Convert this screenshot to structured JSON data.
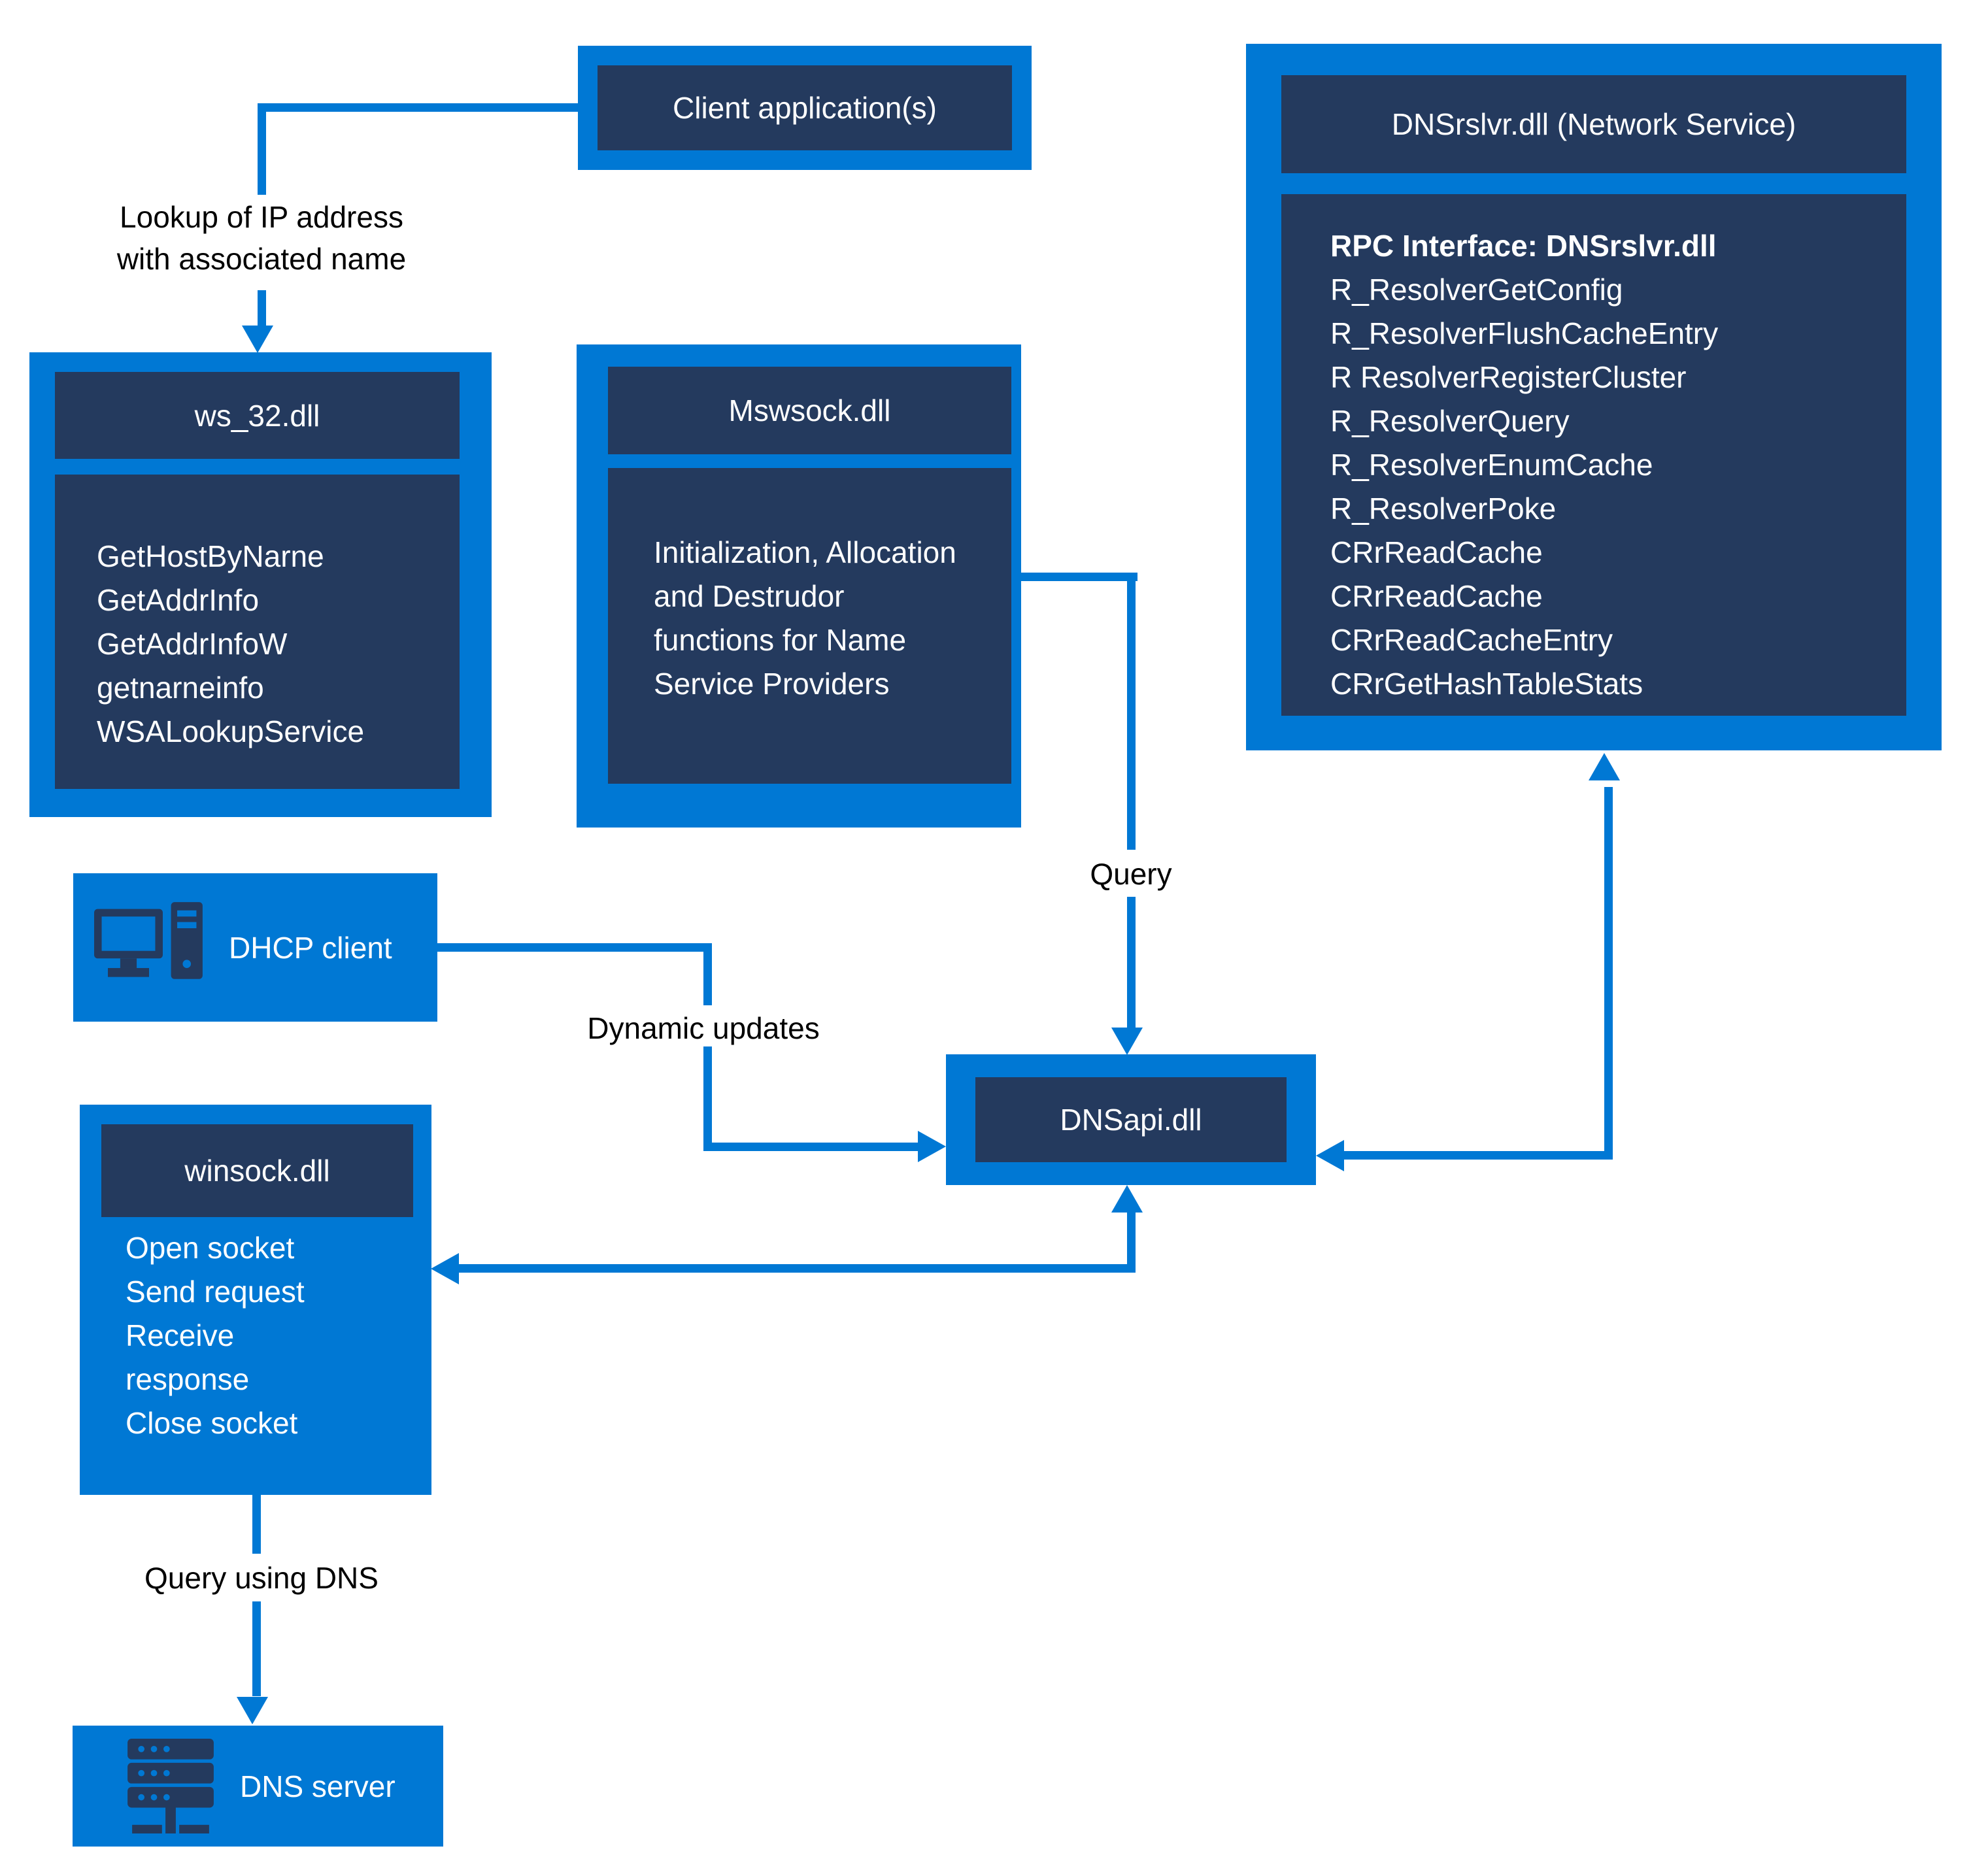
{
  "colors": {
    "accent": "#0078d4",
    "panel": "#243a5e",
    "box_text": "#ffffff",
    "label_text": "#000000",
    "background": "#ffffff"
  },
  "icons": {
    "dhcp": "desktop-computer-icon",
    "dns_server": "server-rack-icon"
  },
  "client_app": {
    "title": "Client application(s)"
  },
  "ws32": {
    "title": "ws_32.dll",
    "functions": [
      "GetHostByNarne",
      "GetAddrInfo",
      "GetAddrInfoW",
      "getnarneinfo",
      "WSALookupService"
    ]
  },
  "mswsock": {
    "title": "Mswsock.dll",
    "description": "Initialization, Allocation and Destrudor functions for Name Service Providers"
  },
  "dnsrslvr": {
    "title": "DNSrslvr.dll (Network Service)",
    "interface_heading": "RPC Interface: DNSrslvr.dll",
    "functions": [
      "R_ResolverGetConfig",
      "R_ResolverFlushCacheEntry",
      "R ResolverRegisterCluster",
      "R_ResolverQuery",
      "R_ResolverEnumCache",
      "R_ResolverPoke",
      "CRrReadCache",
      "CRrReadCache",
      "CRrReadCacheEntry",
      "CRrGetHashTableStats"
    ]
  },
  "dhcp": {
    "label": "DHCP client"
  },
  "dnsapi": {
    "title": "DNSapi.dll"
  },
  "winsock": {
    "title": "winsock.dll",
    "functions": [
      "Open socket",
      "Send request",
      "Receive response",
      "Close socket"
    ]
  },
  "dns_server": {
    "label": "DNS server"
  },
  "labels": {
    "lookup_line1": "Lookup of IP address",
    "lookup_line2": "with associated name",
    "query": "Query",
    "dynamic_updates": "Dynamic updates",
    "query_using_dns": "Query using DNS"
  }
}
